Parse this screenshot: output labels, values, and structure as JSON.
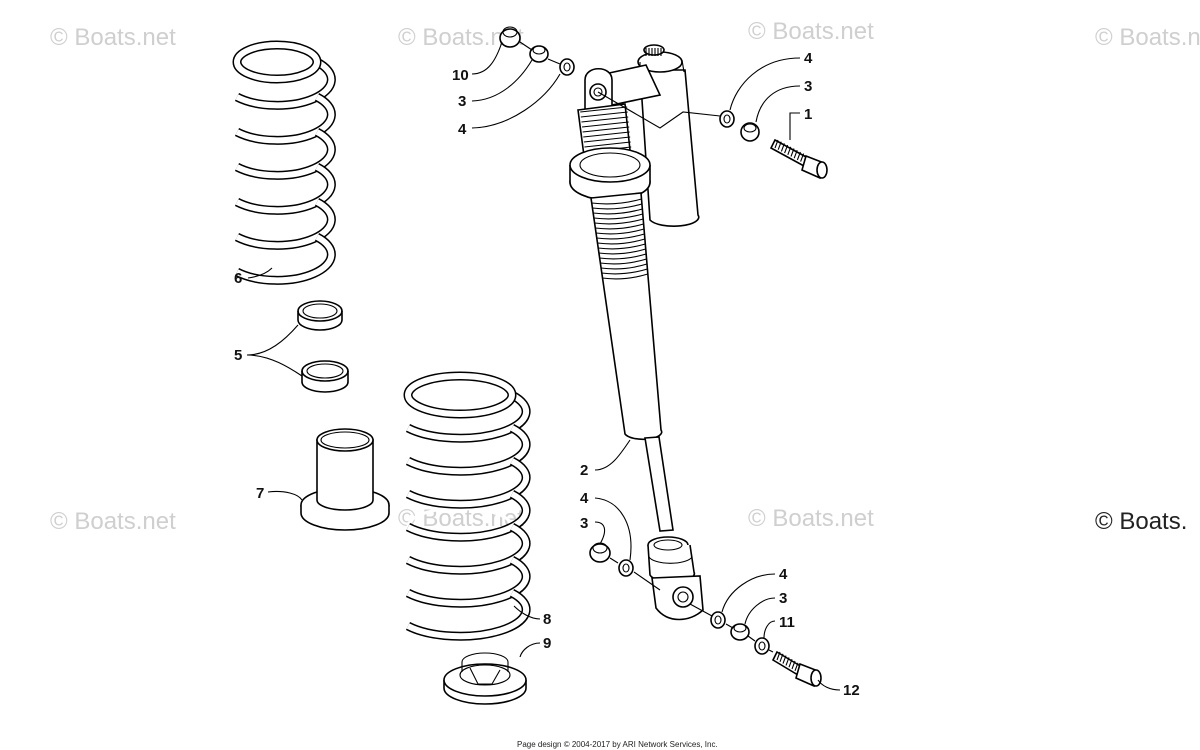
{
  "watermark": {
    "text": "© Boats.net",
    "text_cut": "© Boats."
  },
  "footer": {
    "text": "Page design © 2004-2017 by ARI Network Services, Inc."
  },
  "callouts": {
    "c1": "1",
    "c2": "2",
    "c3": "3",
    "c4": "4",
    "c5": "5",
    "c6": "6",
    "c7": "7",
    "c8": "8",
    "c9": "9",
    "c10": "10",
    "c11": "11",
    "c12": "12"
  },
  "colors": {
    "line": "#000000",
    "background": "#ffffff",
    "watermark": "#cfcfcf"
  }
}
